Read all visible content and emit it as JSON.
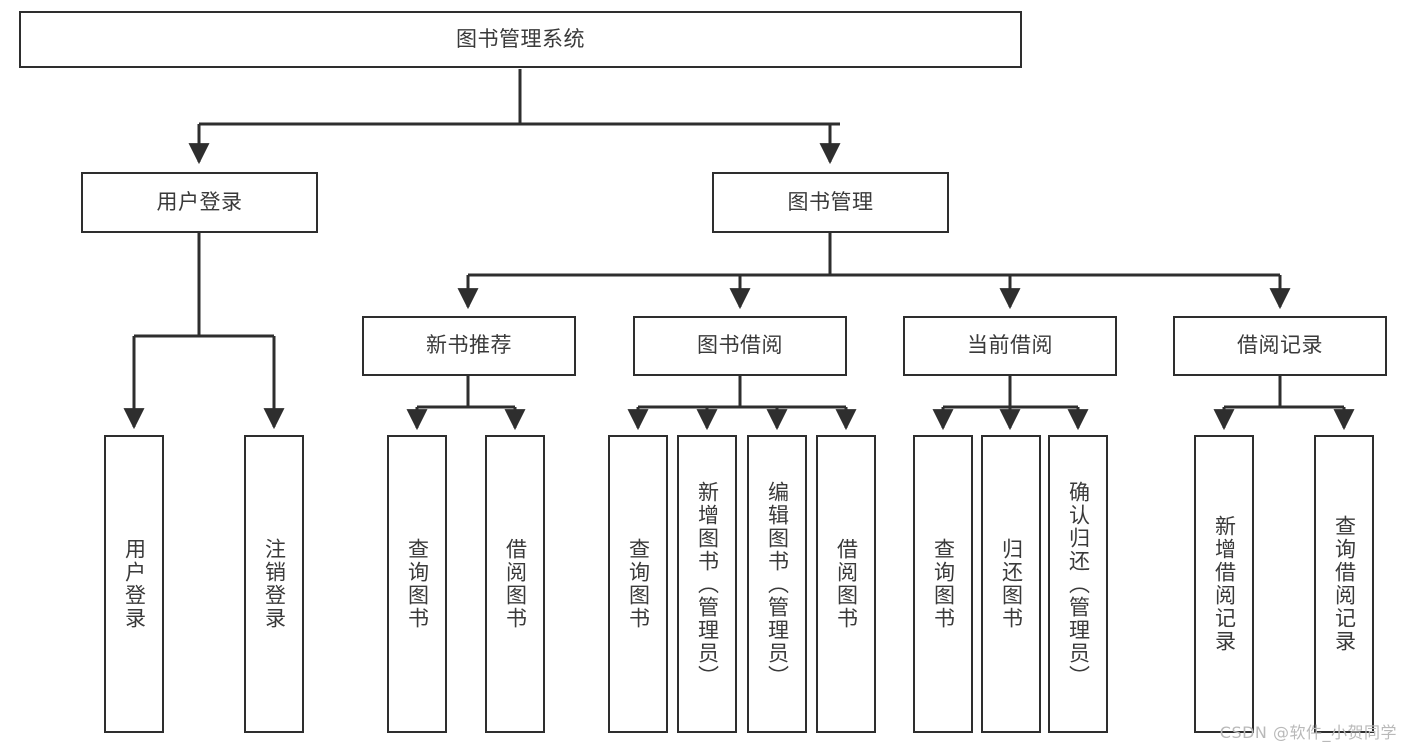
{
  "diagram": {
    "title_node": {
      "label": "图书管理系统"
    },
    "colors": {
      "box_border": "#2e2e2e",
      "box_fill": "#ffffff",
      "text": "#3a3a3a",
      "connector": "#2e2e2e",
      "watermark": "#b9b9b9",
      "background": "#ffffff"
    },
    "level2": [
      {
        "label": "用户登录"
      },
      {
        "label": "图书管理"
      }
    ],
    "level3": [
      {
        "label": "新书推荐"
      },
      {
        "label": "图书借阅"
      },
      {
        "label": "当前借阅"
      },
      {
        "label": "借阅记录"
      }
    ],
    "leaves": {
      "user_login": [
        {
          "label": "用户登录"
        },
        {
          "label": "注销登录"
        }
      ],
      "new_book_recommend": [
        {
          "label": "查询图书"
        },
        {
          "label": "借阅图书"
        }
      ],
      "book_borrow": [
        {
          "label": "查询图书"
        },
        {
          "label": "新增图书（管理员）"
        },
        {
          "label": "编辑图书（管理员）"
        },
        {
          "label": "借阅图书"
        }
      ],
      "current_borrow": [
        {
          "label": "查询图书"
        },
        {
          "label": "归还图书"
        },
        {
          "label": "确认归还（管理员）"
        }
      ],
      "borrow_record": [
        {
          "label": "新增借阅记录"
        },
        {
          "label": "查询借阅记录"
        }
      ]
    },
    "watermark": {
      "text": "CSDN @软件_小贺同学"
    }
  }
}
